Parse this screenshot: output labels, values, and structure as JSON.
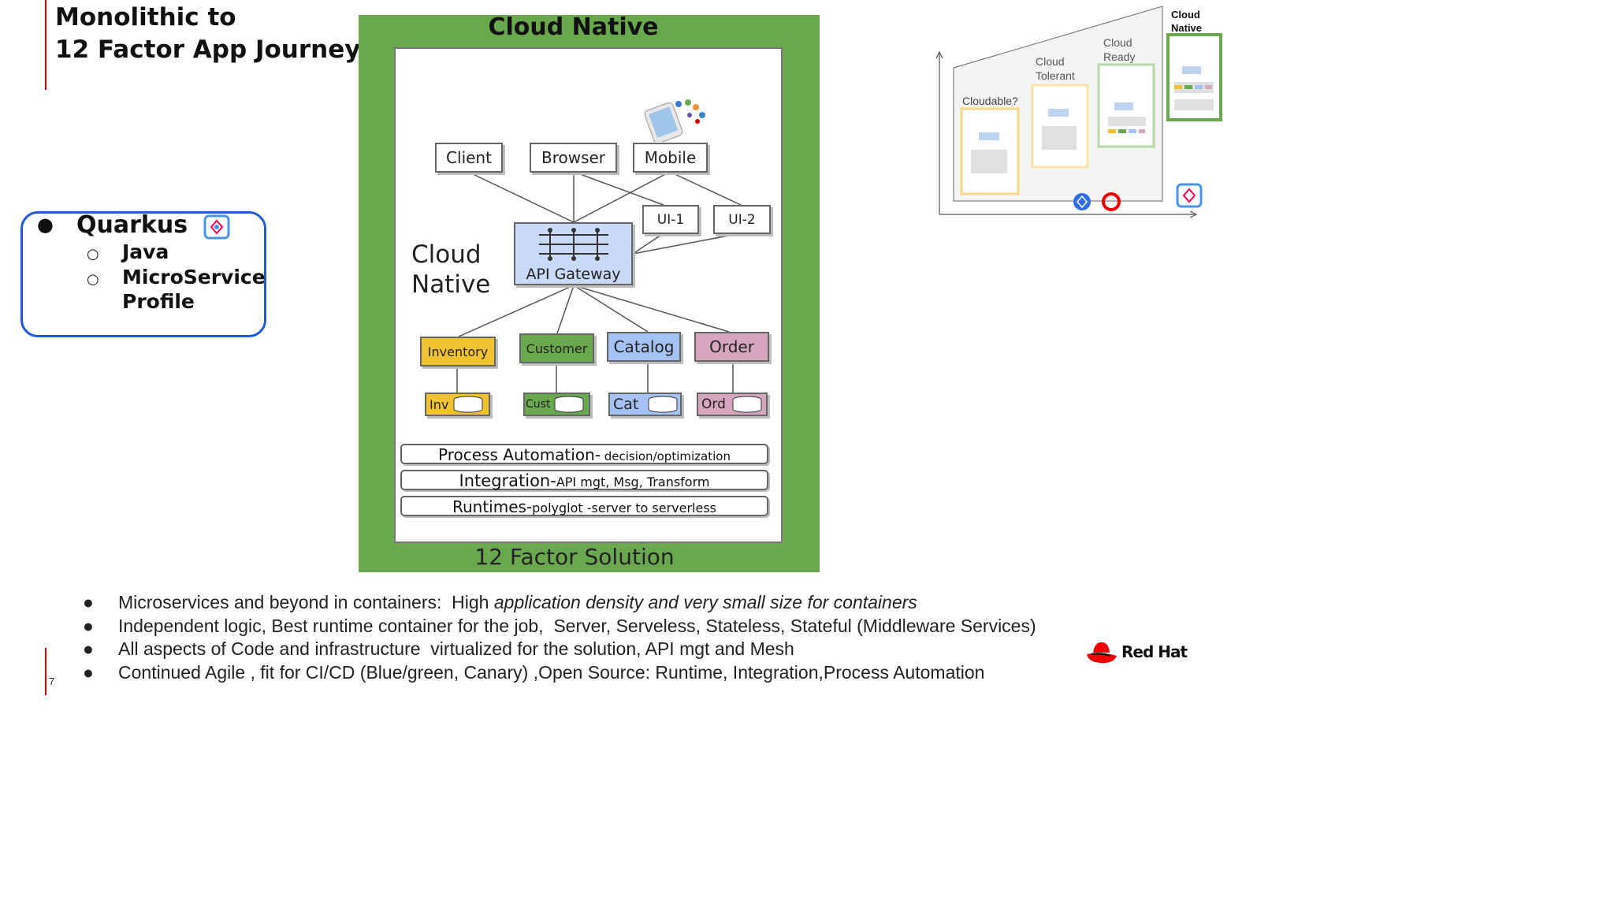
{
  "slide": {
    "title_line1": "Monolithic to",
    "title_line2": "12 Factor App Journey",
    "page_number": "7"
  },
  "quarkus": {
    "bullet": "●",
    "sub_bullet": "○",
    "title": "Quarkus",
    "items": [
      "Java",
      "MicroService",
      "Profile"
    ]
  },
  "diagram": {
    "header": "Cloud Native",
    "side_label_line1": "Cloud",
    "side_label_line2": "Native",
    "clients": [
      "Client",
      "Browser",
      "Mobile"
    ],
    "ui": [
      "UI-1",
      "UI-2"
    ],
    "gateway": "API Gateway",
    "services": [
      "Inventory",
      "Customer",
      "Catalog",
      "Order"
    ],
    "databases": [
      "Inv",
      "Cust",
      "Cat",
      "Ord"
    ],
    "bands": [
      {
        "main": "Process Automation-",
        "detail": " decision/optimization"
      },
      {
        "main": "Integration-",
        "detail": "API mgt, Msg, Transform"
      },
      {
        "main": "Runtimes-",
        "detail": "polyglot -server to serverless"
      }
    ],
    "footer": "12 Factor Solution",
    "colors": {
      "frame": "#6aa84f",
      "gateway": "#c9daf8",
      "inventory": "#f1c232",
      "customer": "#6aa84f",
      "catalog": "#a4c2f4",
      "order": "#d5a6bd"
    }
  },
  "journey": {
    "stages": [
      "Cloudable?",
      "Cloud Tolerant",
      "Cloud Ready",
      "Cloud Native"
    ]
  },
  "bullets": [
    {
      "text": "Microservices and beyond in containers:  High ",
      "italic": "application density and very small size for containers"
    },
    {
      "text": "Independent logic, Best runtime container for the job,  Server, Serveless, Stateless, Stateful (Middleware Services)"
    },
    {
      "text": "All aspects of Code and infrastructure  virtualized for the solution, API mgt and Mesh"
    },
    {
      "text": "Continued Agile , fit for CI/CD (Blue/green, Canary) ,Open Source: Runtime, Integration,Process Automation"
    }
  ],
  "brand": {
    "logo_text": "Red Hat"
  }
}
